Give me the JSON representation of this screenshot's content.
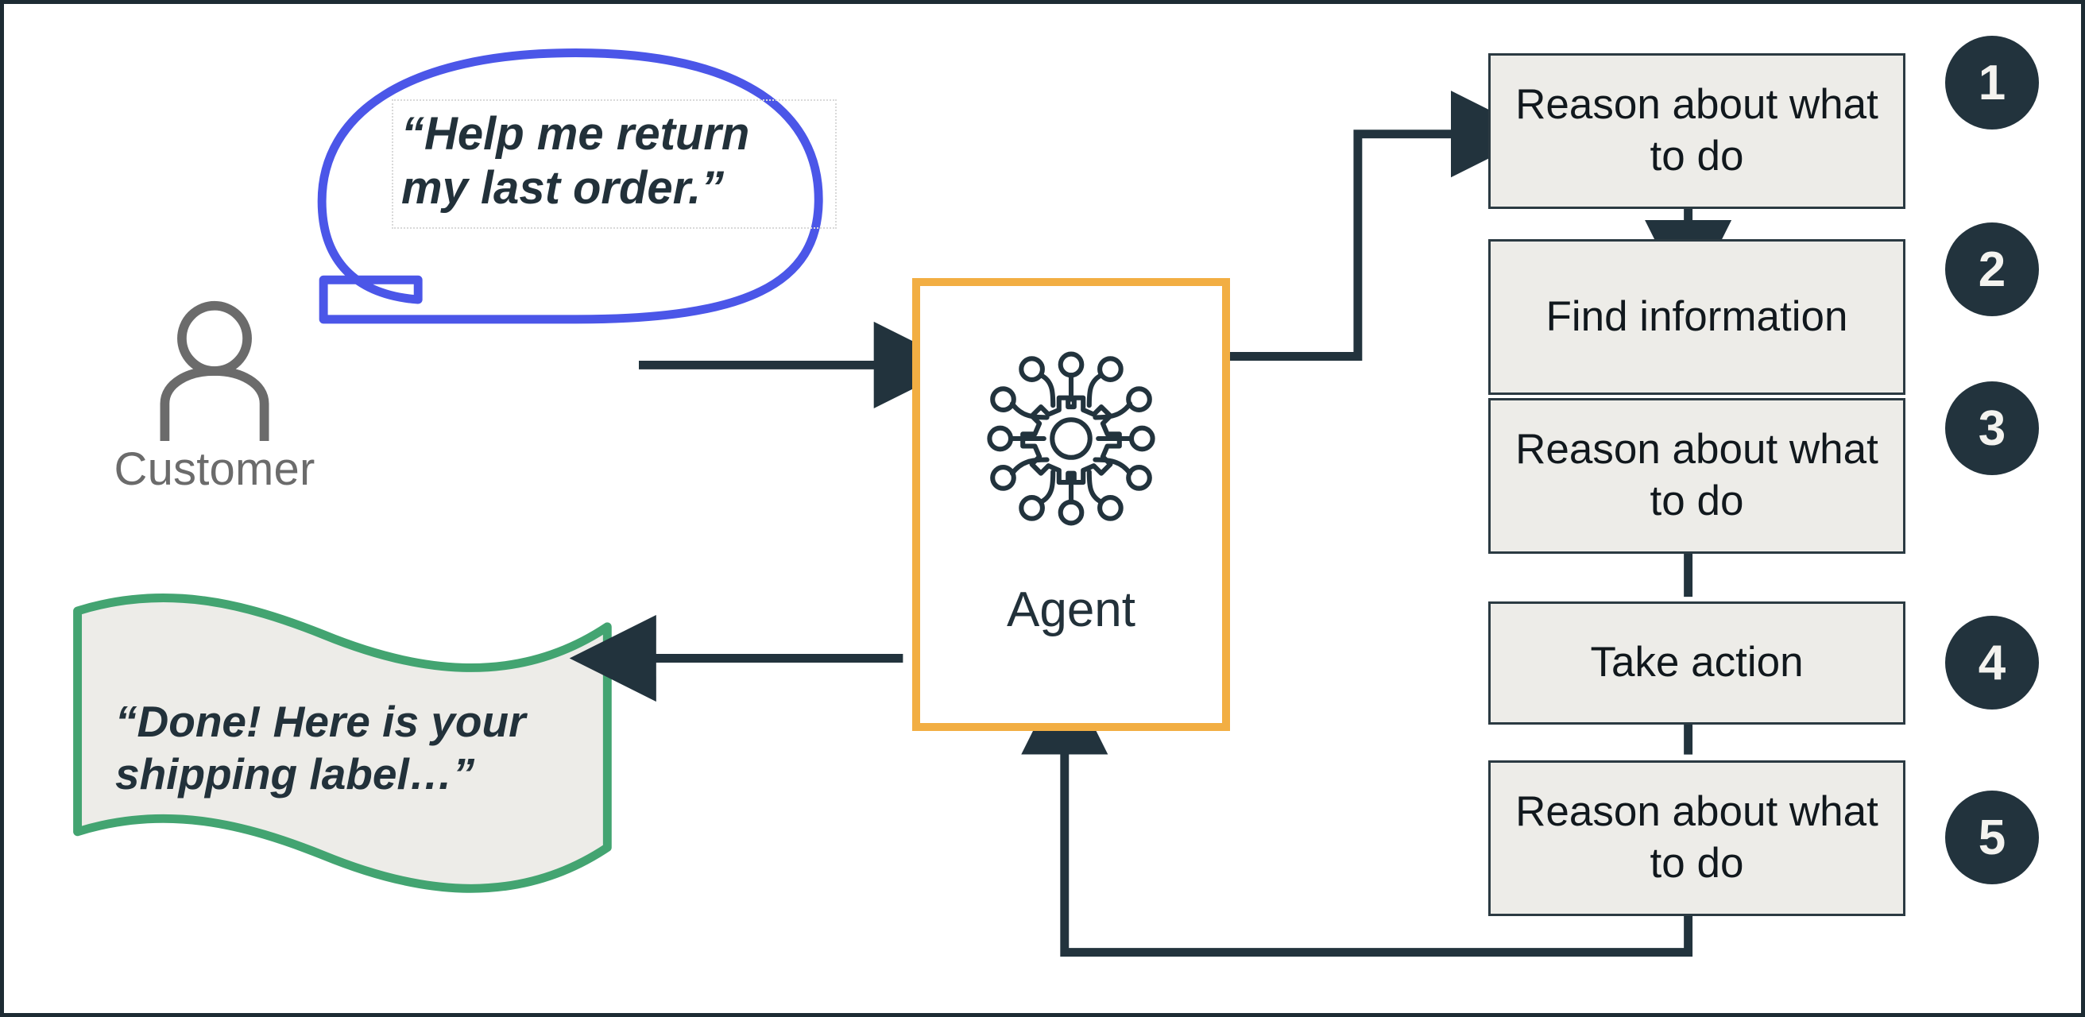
{
  "diagram": {
    "title_colors": {
      "agent_border": "#f2ae43",
      "bubble_stroke": "#4b56e8",
      "ribbon_stroke": "#43a471",
      "ribbon_fill": "#edece8",
      "step_fill": "#edece8",
      "step_border": "#2b3a42",
      "badge_fill": "#22333d",
      "badge_text": "#f4f3ef",
      "connector": "#22333d",
      "customer_icon": "#6b6b6b",
      "frame": "#1d2b33"
    },
    "customer": {
      "label": "Customer",
      "icon": "person-icon"
    },
    "speech_bubble": {
      "icon": "speech-bubble",
      "text": "“Help me return my last order.”"
    },
    "response_ribbon": {
      "icon": "wavy-banner",
      "text": "“Done! Here is your shipping label…”"
    },
    "agent": {
      "label": "Agent",
      "icon": "ai-gear-network-icon"
    },
    "steps": [
      {
        "number": "1",
        "label": "Reason about what to do"
      },
      {
        "number": "2",
        "label": "Find information"
      },
      {
        "number": "3",
        "label": "Reason about what to do"
      },
      {
        "number": "4",
        "label": "Take action"
      },
      {
        "number": "5",
        "label": "Reason about what to do"
      }
    ]
  }
}
